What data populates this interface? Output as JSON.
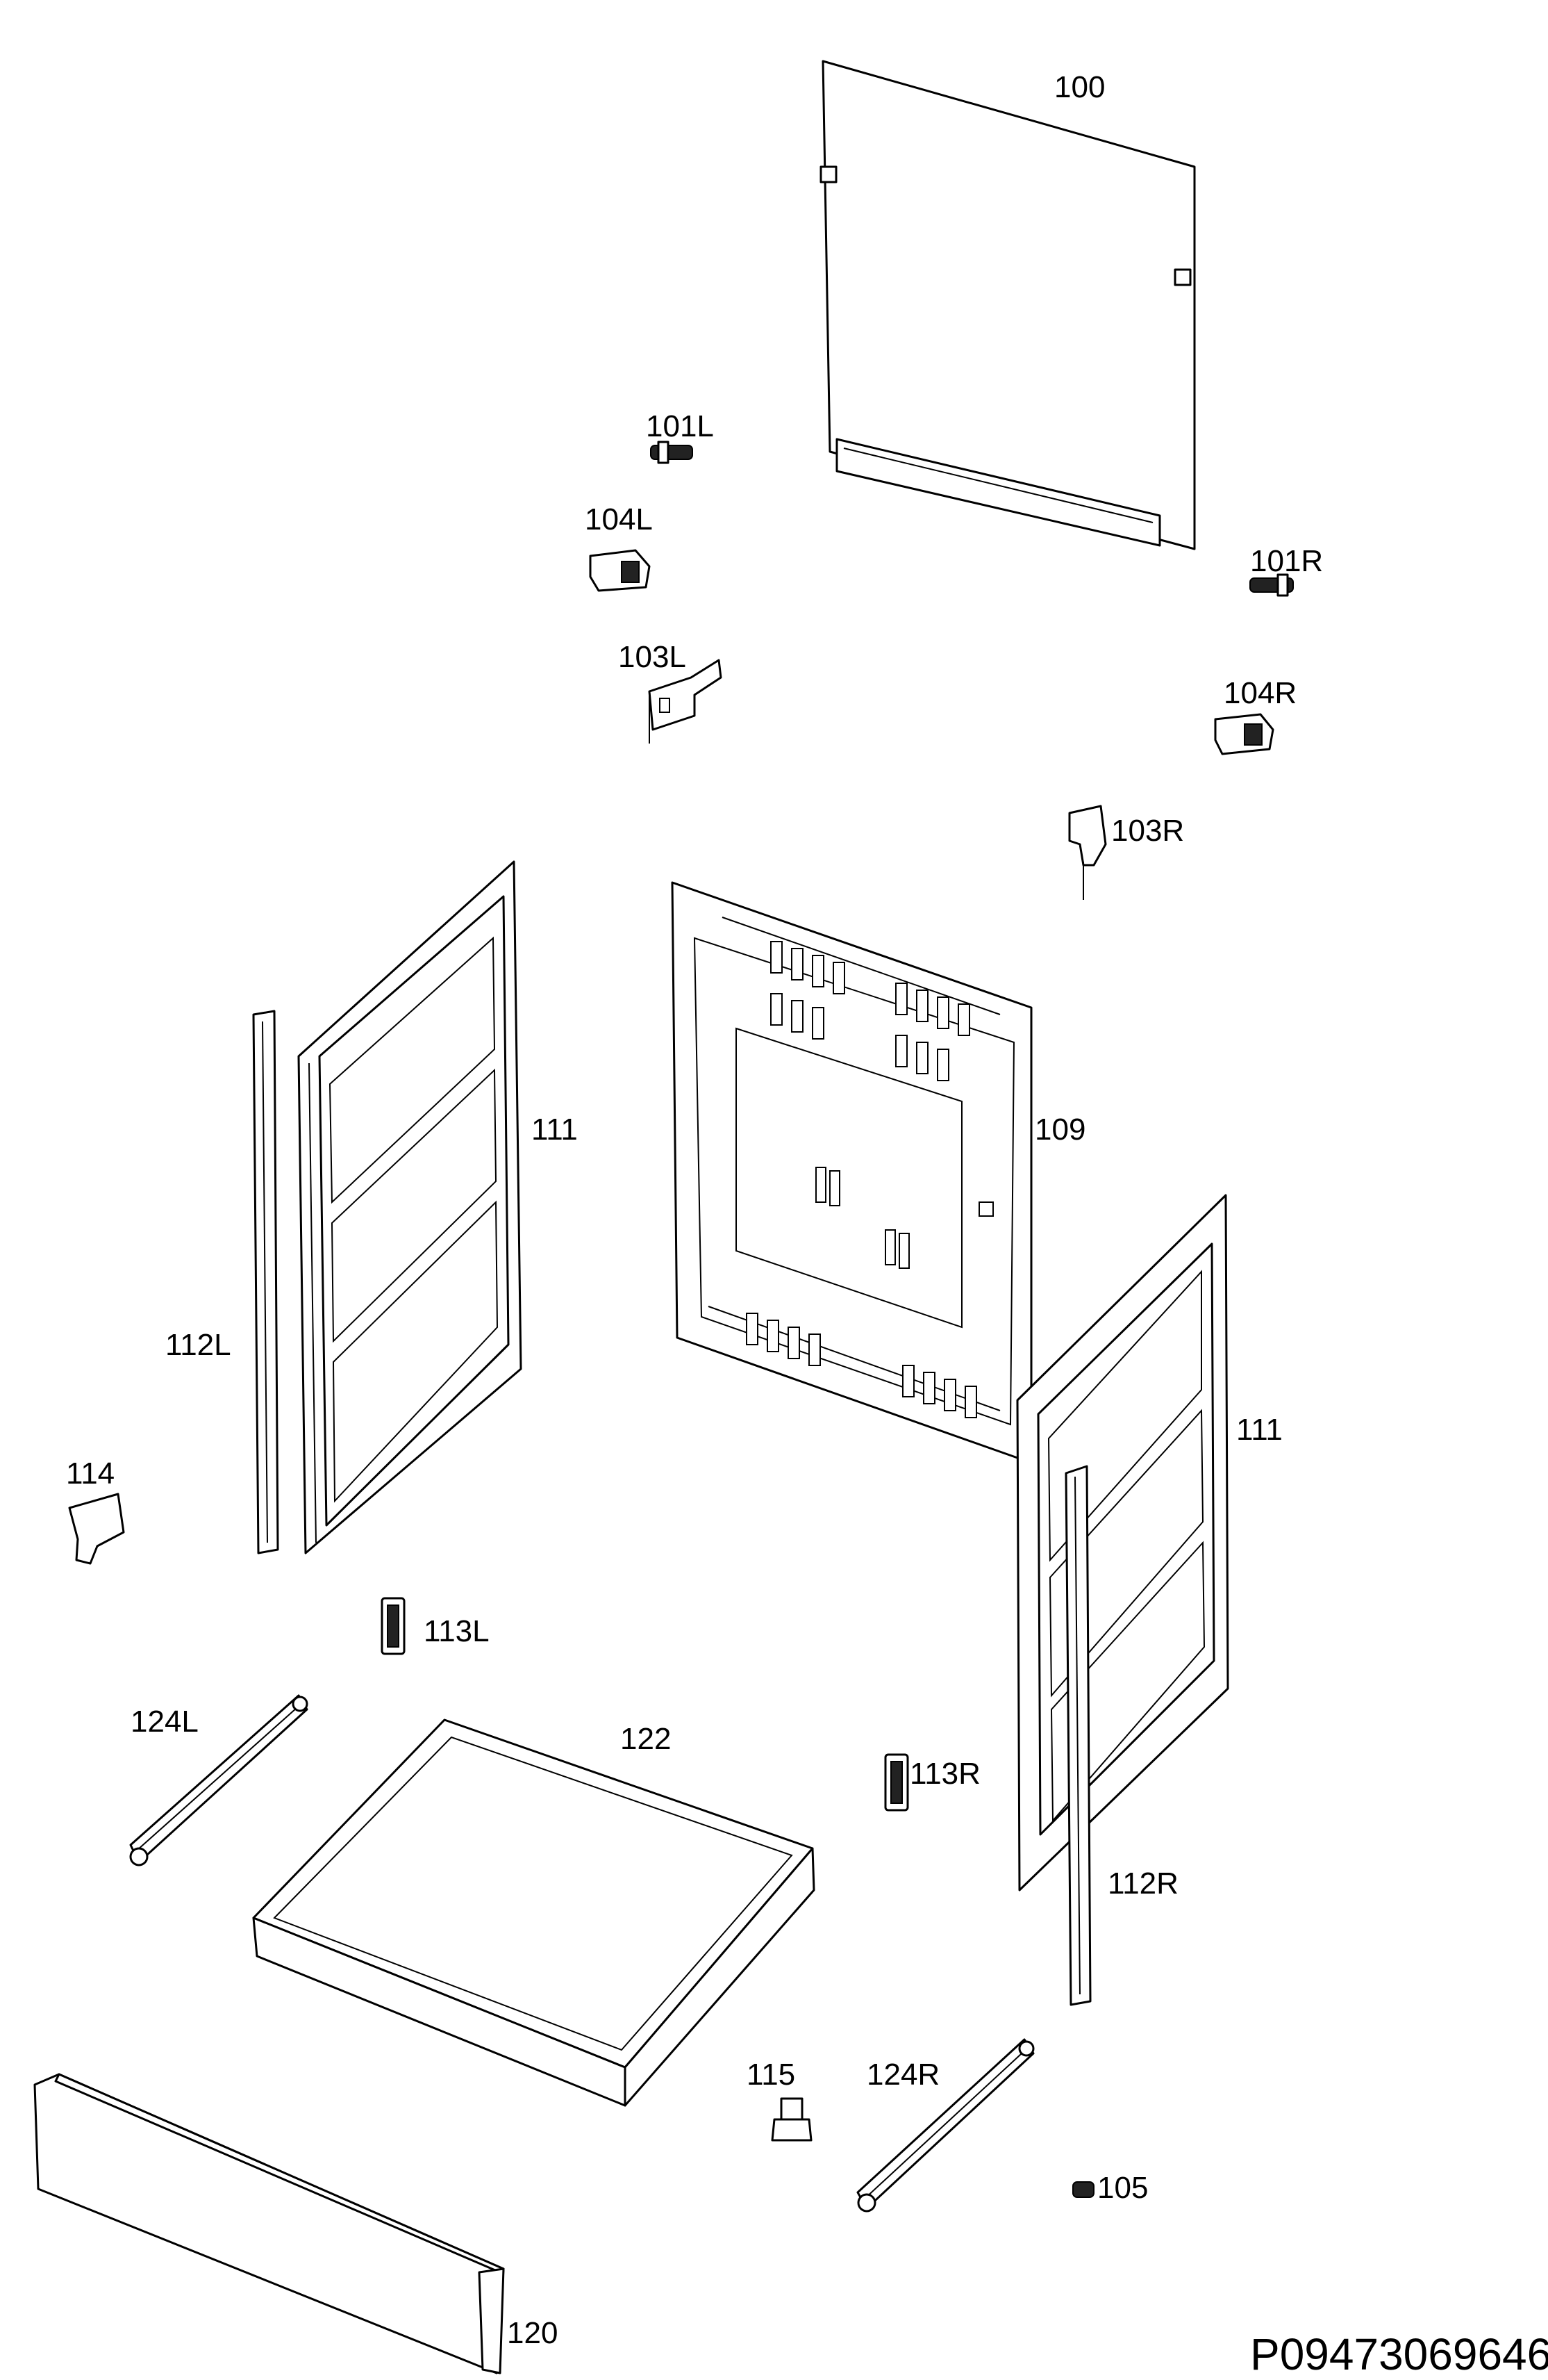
{
  "diagram": {
    "code": "P09473069646",
    "labels": {
      "p100": "100",
      "p101L": "101L",
      "p101R": "101R",
      "p103L": "103L",
      "p103R": "103R",
      "p104L": "104L",
      "p104R": "104R",
      "p105": "105",
      "p109": "109",
      "p111_left": "111",
      "p111_right": "111",
      "p112L": "112L",
      "p112R": "112R",
      "p113L": "113L",
      "p113R": "113R",
      "p114": "114",
      "p115": "115",
      "p120": "120",
      "p122": "122",
      "p124L": "124L",
      "p124R": "124R"
    }
  }
}
